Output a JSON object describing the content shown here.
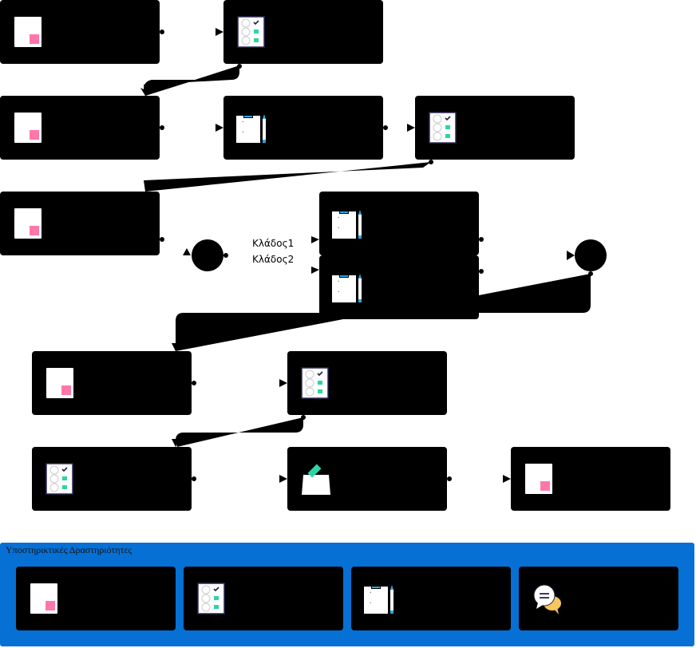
{
  "diagram": {
    "flow_nodes": [
      {
        "icon": "document-icon"
      },
      {
        "icon": "survey-icon"
      },
      {
        "icon": "document-icon"
      },
      {
        "icon": "clipboard-icon"
      },
      {
        "icon": "survey-icon"
      },
      {
        "icon": "document-icon"
      },
      {
        "icon": "clipboard-icon"
      },
      {
        "icon": "clipboard-icon"
      },
      {
        "icon": "document-icon"
      },
      {
        "icon": "survey-icon"
      },
      {
        "icon": "survey-icon"
      },
      {
        "icon": "ballot-box-icon"
      },
      {
        "icon": "document-icon"
      }
    ],
    "branch_labels": [
      "Κλάδος1",
      "Κλάδος2"
    ],
    "support_panel": {
      "title": "Υποστηρικτικές Δραστηριότητες",
      "nodes": [
        {
          "icon": "document-icon"
        },
        {
          "icon": "survey-icon"
        },
        {
          "icon": "clipboard-icon"
        },
        {
          "icon": "chat-icon"
        }
      ],
      "color": "#0670d4"
    },
    "colors": {
      "node": "#000000",
      "accent_pink": "#ff77aa",
      "accent_green": "#2dd4a7",
      "accent_blue": "#29a8e0"
    }
  }
}
